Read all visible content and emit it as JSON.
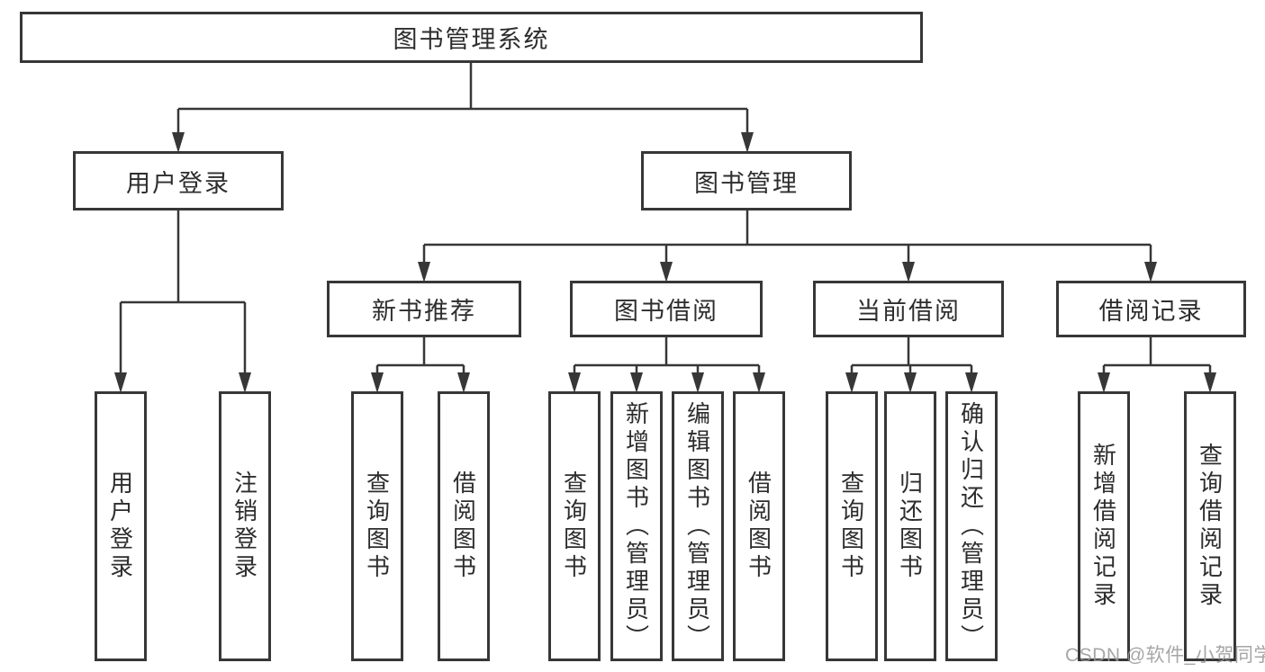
{
  "diagram_type": "hierarchy-tree",
  "colors": {
    "line": "#373737",
    "text": "#2d2d2d",
    "watermark": "#969696",
    "background": "#ffffff"
  },
  "tree": {
    "label": "图书管理系统",
    "children": [
      {
        "label": "用户登录",
        "children": [
          {
            "label": "用户登录"
          },
          {
            "label": "注销登录"
          }
        ]
      },
      {
        "label": "图书管理",
        "children": [
          {
            "label": "新书推荐",
            "children": [
              {
                "label": "查询图书"
              },
              {
                "label": "借阅图书"
              }
            ]
          },
          {
            "label": "图书借阅",
            "children": [
              {
                "label": "查询图书"
              },
              {
                "label": "新增图书（管理员）"
              },
              {
                "label": "编辑图书（管理员）"
              },
              {
                "label": "借阅图书"
              }
            ]
          },
          {
            "label": "当前借阅",
            "children": [
              {
                "label": "查询图书"
              },
              {
                "label": "归还图书"
              },
              {
                "label": "确认归还（管理员）"
              }
            ]
          },
          {
            "label": "借阅记录",
            "children": [
              {
                "label": "新增借阅记录"
              },
              {
                "label": "查询借阅记录"
              }
            ]
          }
        ]
      }
    ]
  },
  "watermark": {
    "text": "CSDN @软件_小贺同学"
  }
}
